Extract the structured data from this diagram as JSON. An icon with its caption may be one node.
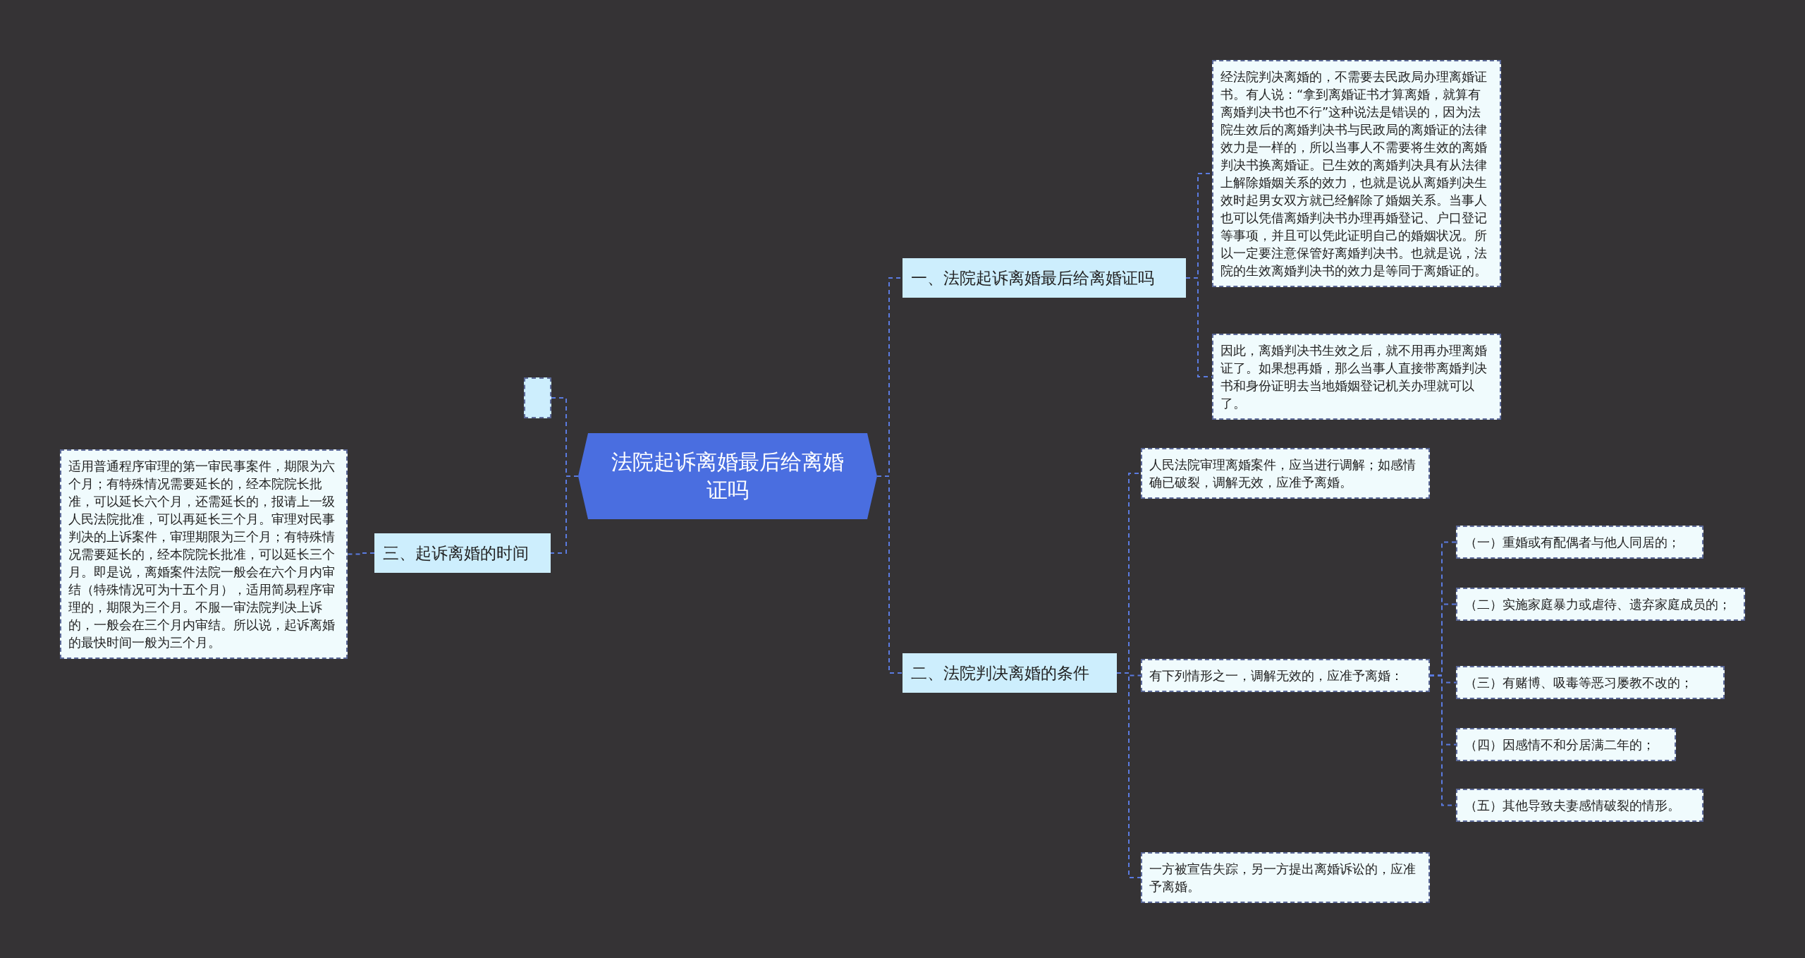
{
  "diagram": {
    "nodes": [
      {
        "text": [
          "法院起诉离婚最后给离婚证吗"
        ]
      },
      {
        "text": [
          "一、法院起诉离婚最后给离婚证吗"
        ]
      },
      {
        "text": [
          "经法院判决离婚的，不需要去民政局办理离婚证书。有人说：“拿到离婚证书才算离婚，就算有离婚判决书也不行”这种说法是错误的，因为法院生效后的离婚判决书与民政局的离婚证的法律效力是一样的，所以当事人不需要将生效的离婚判决书换离婚证。已生效的离婚判决具有从法律上解除婚姻关系的效力，也就是说从离婚判决生效时起男女双方就已经解除了婚姻关系。当事人也可以凭借离婚判决书办理再婚登记、户口登记等事项，并且可以凭此证明自己的婚姻状况。所以一定要注意保管好离婚判决书。也就是说，法院的生效离婚判决书的效力是等同于离婚证的。"
        ]
      },
      {
        "text": [
          "因此，离婚判决书生效之后，就不用再办理离婚证了。如果想再婚，那么当事人直接带离婚判决书和身份证明去当地婚姻登记机关办理就可以了。"
        ]
      },
      {
        "text": [
          "二、法院判决离婚的条件"
        ]
      },
      {
        "text": [
          "人民法院审理离婚案件，应当进行调解；如感情确已破裂，调解无效，应准予离婚。"
        ]
      },
      {
        "text": [
          "有下列情形之一，调解无效的，应准予离婚："
        ]
      },
      {
        "text": [
          "（一）重婚或有配偶者与他人同居的；"
        ]
      },
      {
        "text": [
          "（二）实施家庭暴力或虐待、遗弃家庭成员的；"
        ]
      },
      {
        "text": [
          "（三）有赌博、吸毒等恶习屡教不改的；"
        ]
      },
      {
        "text": [
          "（四）因感情不和分居满二年的；"
        ]
      },
      {
        "text": [
          "（五）其他导致夫妻感情破裂的情形。"
        ]
      },
      {
        "text": [
          "一方被宣告失踪，另一方提出离婚诉讼的，应准予离婚。"
        ]
      },
      {
        "text": [],
        "shape": "box"
      },
      {
        "text": [
          "三、起诉离婚的时间"
        ]
      },
      {
        "text": [
          "适用普通程序审理的第一审民事案件，期限为六个月；有特殊情况需要延长的，经本院院长批准，可以延长六个月，还需延长的，报请上一级人民法院批准，可以再延长三个月。审理对民事判决的上诉案件，审理期限为三个月；有特殊情况需要延长的，经本院院长批准，可以延长三个月。即是说，离婚案件法院一般会在六个月内审结（特殊情况可为十五个月），适用简易程序审理的，期限为三个月。不服一审法院判决上诉的，一般会在三个月内审结。所以说，起诉离婚的最快时间一般为三个月。"
        ]
      }
    ],
    "edges": [
      {
        "from": 0,
        "to": 1,
        "arrow": "none",
        "style": "dashed"
      },
      {
        "from": 1,
        "to": 2,
        "arrow": "none",
        "style": "dashed"
      },
      {
        "from": 1,
        "to": 3,
        "arrow": "none",
        "style": "dashed"
      },
      {
        "from": 0,
        "to": 4,
        "arrow": "none",
        "style": "dashed"
      },
      {
        "from": 4,
        "to": 5,
        "arrow": "none",
        "style": "dashed"
      },
      {
        "from": 4,
        "to": 6,
        "arrow": "none",
        "style": "dashed"
      },
      {
        "from": 6,
        "to": 7,
        "arrow": "none",
        "style": "dashed"
      },
      {
        "from": 6,
        "to": 8,
        "arrow": "none",
        "style": "dashed"
      },
      {
        "from": 6,
        "to": 9,
        "arrow": "none",
        "style": "dashed"
      },
      {
        "from": 6,
        "to": 10,
        "arrow": "none",
        "style": "dashed"
      },
      {
        "from": 6,
        "to": 11,
        "arrow": "none",
        "style": "dashed"
      },
      {
        "from": 4,
        "to": 12,
        "arrow": "none",
        "style": "dashed"
      },
      {
        "from": 0,
        "to": 13,
        "arrow": "none",
        "style": "dashed"
      },
      {
        "from": 0,
        "to": 14,
        "arrow": "none",
        "style": "dashed"
      },
      {
        "from": 14,
        "to": 15,
        "arrow": "none",
        "style": "dashed"
      }
    ]
  }
}
